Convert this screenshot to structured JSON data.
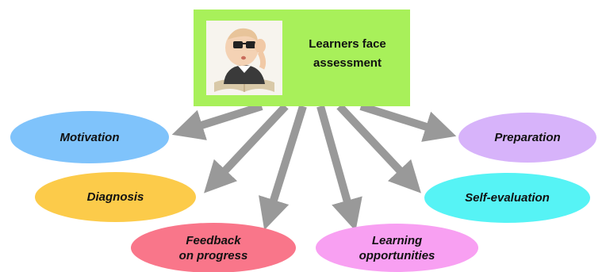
{
  "center": {
    "label_line1": "Learners face",
    "label_line2": "assessment",
    "image": "child-reading-with-glasses"
  },
  "outcomes": [
    {
      "id": "motivation",
      "lines": [
        "Motivation"
      ],
      "color": "#7fc3fb"
    },
    {
      "id": "diagnosis",
      "lines": [
        "Diagnosis"
      ],
      "color": "#fccb4a"
    },
    {
      "id": "feedback",
      "lines": [
        "Feedback",
        "on progress"
      ],
      "color": "#f9768a"
    },
    {
      "id": "learning",
      "lines": [
        "Learning",
        "opportunities"
      ],
      "color": "#f8a0f2"
    },
    {
      "id": "self-evaluation",
      "lines": [
        "Self-evaluation"
      ],
      "color": "#56f3f5"
    },
    {
      "id": "preparation",
      "lines": [
        "Preparation"
      ],
      "color": "#d7b3fa"
    }
  ],
  "colors": {
    "center_box": "#a8f05a",
    "arrow": "#999999"
  }
}
